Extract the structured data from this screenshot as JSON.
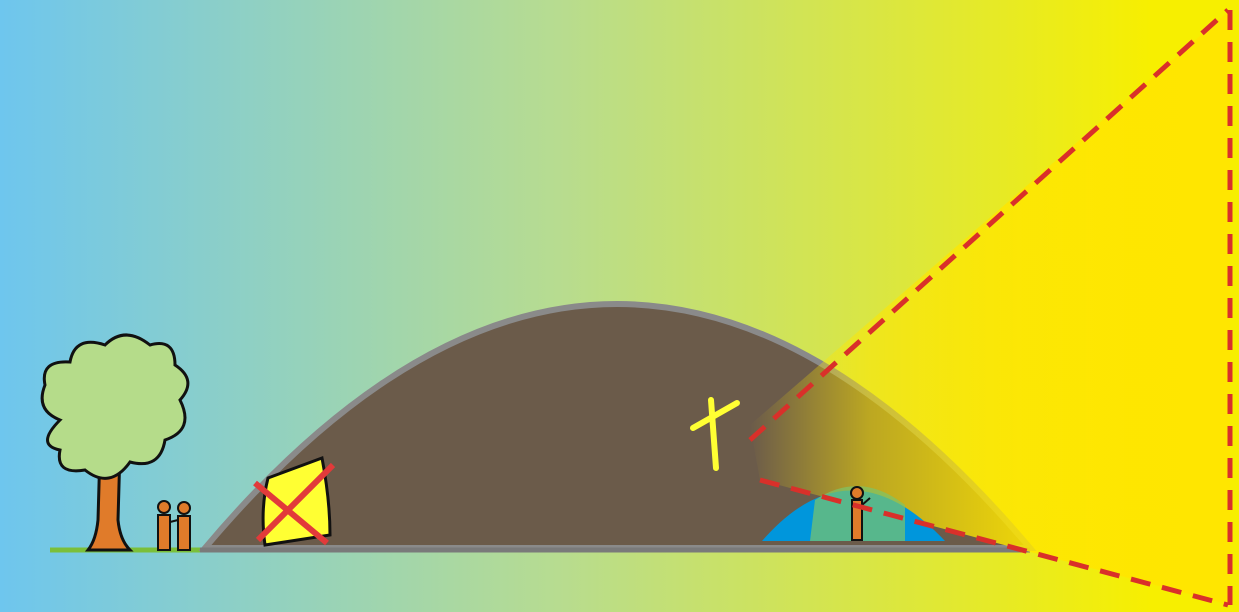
{
  "diagram": {
    "colors": {
      "sky_left": "#6ec6ee",
      "sky_mid": "#b7dc90",
      "sky_right": "#f7ef00",
      "hill_fill": "#6b5b4a",
      "hill_outline": "#8a8a8a",
      "ground_line": "#7a7a7a",
      "grass": "#7bbf3a",
      "tree_crown": "#b5dc8a",
      "tree_trunk": "#e07b2a",
      "person_fill": "#e07b2a",
      "sign_fill": "#ffff33",
      "cross_mark": "#e23a3a",
      "cross_symbol": "#ffff33",
      "water": "#0096dc",
      "mound_green": "#7cc46a",
      "light_beam": "#ffe600",
      "dashed_line": "#d9302a"
    },
    "elements": [
      "tree-icon",
      "two-people-icon",
      "crossed-out-sign-icon",
      "hill",
      "cross-symbol-icon",
      "light-beam",
      "blue-water-mound",
      "standing-person-icon",
      "dashed-ray-lines"
    ]
  }
}
